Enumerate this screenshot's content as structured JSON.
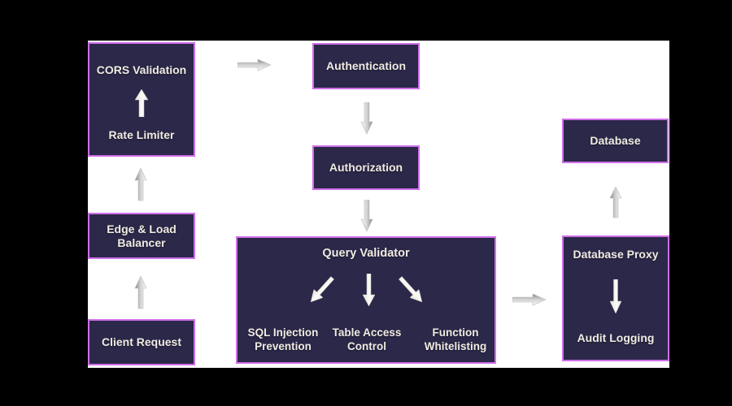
{
  "diagram": {
    "nodes": {
      "cors_rate": {
        "top": "CORS Validation",
        "bottom": "Rate Limiter"
      },
      "edge_load": {
        "line1": "Edge & Load",
        "line2": "Balancer"
      },
      "client_request": {
        "label": "Client Request"
      },
      "authentication": {
        "label": "Authentication"
      },
      "authorization": {
        "label": "Authorization"
      },
      "query_validator": {
        "title": "Query Validator",
        "children": [
          {
            "line1": "SQL Injection",
            "line2": "Prevention"
          },
          {
            "line1": "Table Access",
            "line2": "Control"
          },
          {
            "line1": "Function",
            "line2": "Whitelisting"
          }
        ]
      },
      "database": {
        "label": "Database"
      },
      "database_proxy": {
        "top": "Database Proxy",
        "bottom": "Audit Logging"
      }
    },
    "colors": {
      "background": "#000000",
      "panel": "#ffffff",
      "node_fill": "#2b2849",
      "node_border": "#cf6fe8",
      "node_text": "#f0ebe3",
      "connector_dark": "#8a8a8a",
      "connector_light": "#fbfbfb",
      "inner_arrow": "#f2efe9"
    }
  }
}
